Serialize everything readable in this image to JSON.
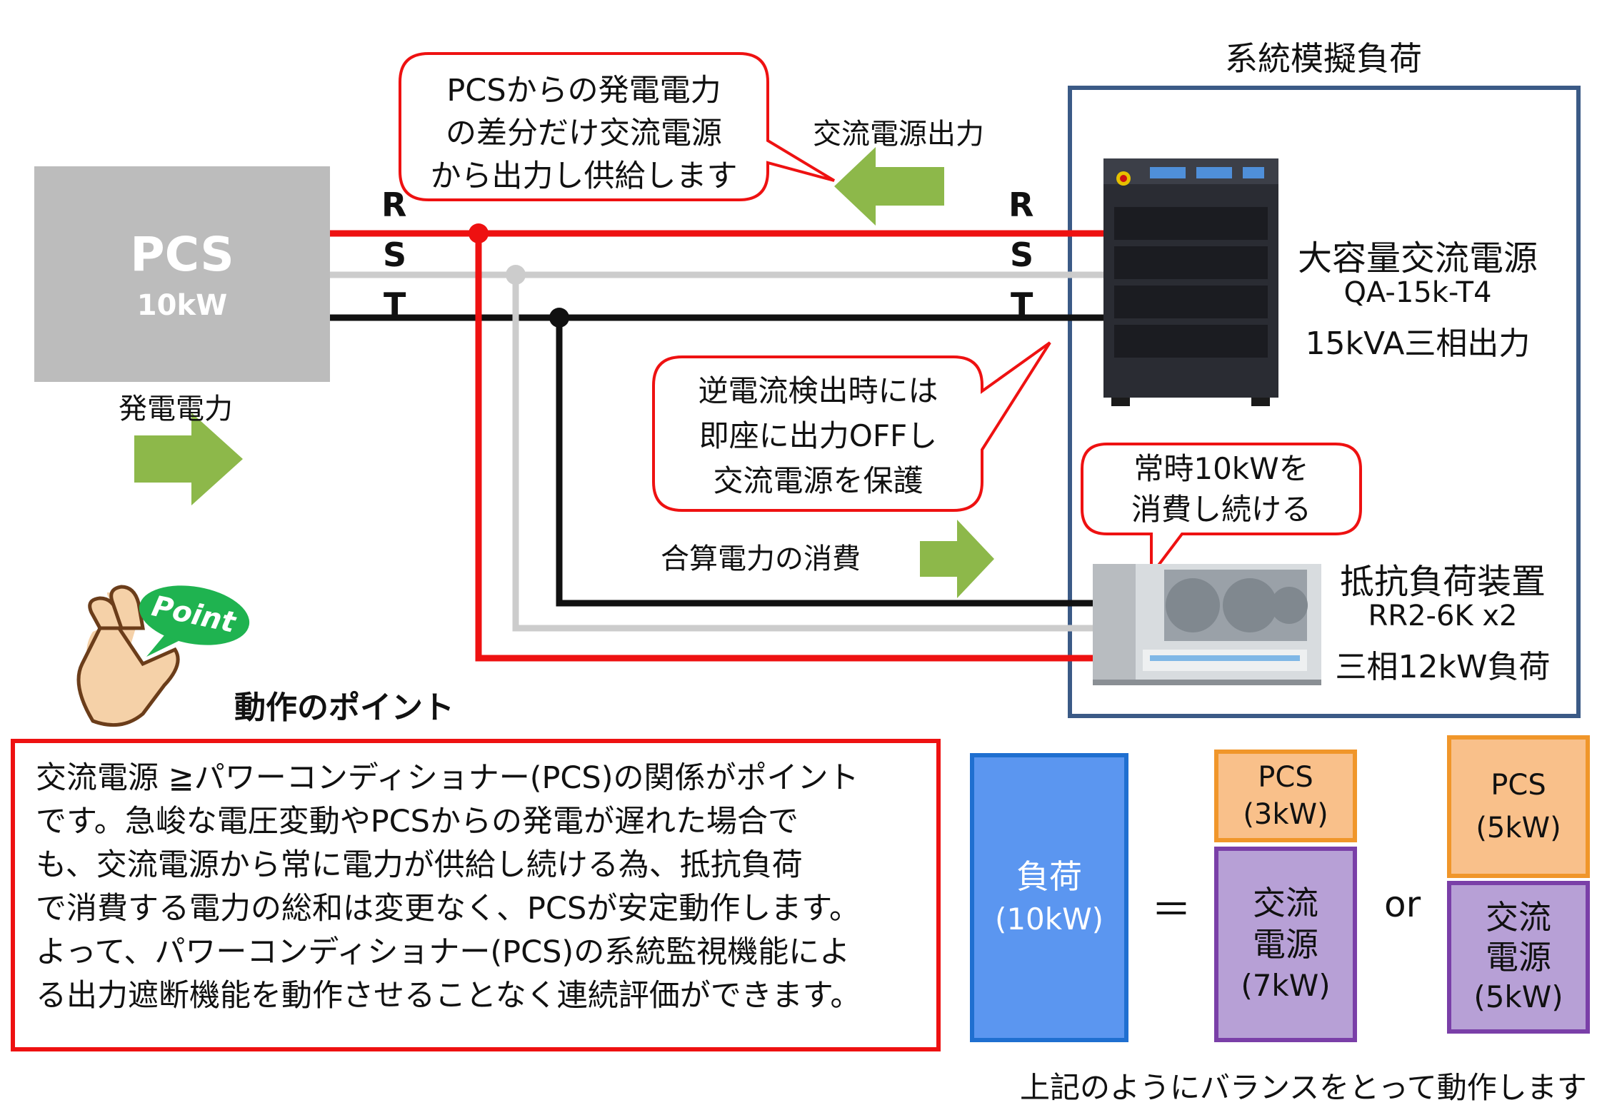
{
  "title": "系統模擬負荷",
  "pcs": {
    "name": "PCS",
    "power": "10kW",
    "flow_label": "発電電力"
  },
  "phases": {
    "left": [
      "R",
      "S",
      "T"
    ],
    "right": [
      "R",
      "S",
      "T"
    ]
  },
  "ac_output_label": "交流電源出力",
  "consumption_label": "合算電力の消費",
  "callout_difference": [
    "PCSからの発電電力",
    "の差分だけ交流電源",
    "から出力し供給します"
  ],
  "callout_reverse": [
    "逆電流検出時には",
    "即座に出力OFFし",
    "交流電源を保護"
  ],
  "callout_constant": [
    "常時10kWを",
    "消費し続ける"
  ],
  "ac_source": {
    "name": "大容量交流電源",
    "model": "QA-15k-T4",
    "spec": "15kVA三相出力"
  },
  "resistor_load": {
    "name": "抵抗負荷装置",
    "model": "RR2-6K x2",
    "spec": "三相12kW負荷"
  },
  "point_badge": "Point",
  "point_heading": "動作のポイント",
  "description": [
    "交流電源 ≧パワーコンディショナー(PCS)の関係がポイント",
    "です。急峻な電圧変動やPCSからの発電が遅れた場合で",
    "も、交流電源から常に電力が供給し続ける為、抵抗負荷",
    "で消費する電力の総和は変更なく、PCSが安定動作します。",
    "よって、パワーコンディショナー(PCS)の系統監視機能によ",
    "る出力遮断機能を動作させることなく連続評価ができます。"
  ],
  "balance": {
    "load": {
      "label": "負荷",
      "value": "(10kW)"
    },
    "equals": "＝",
    "case1": {
      "pcs_label": "PCS",
      "pcs_value": "(3kW)",
      "ac_label_1": "交流",
      "ac_label_2": "電源",
      "ac_value": "(7kW)"
    },
    "or": "or",
    "case2": {
      "pcs_label": "PCS",
      "pcs_value": "(5kW)",
      "ac_label_1": "交流",
      "ac_label_2": "電源",
      "ac_value": "(5kW)"
    },
    "caption": "上記のようにバランスをとって動作します"
  },
  "colors": {
    "r_line": "#ee1111",
    "s_line": "#cccccc",
    "t_line": "#111111",
    "green_arrow": "#8db84a",
    "system_frame": "#3b5a86",
    "load_box": "#5b96f0",
    "load_border": "#1f6fd0",
    "pcs_box": "#f9c08a",
    "pcs_border": "#f0962a",
    "ac_box": "#b7a0d6",
    "ac_border": "#7a3fa8",
    "callout_border": "#ee1111"
  }
}
